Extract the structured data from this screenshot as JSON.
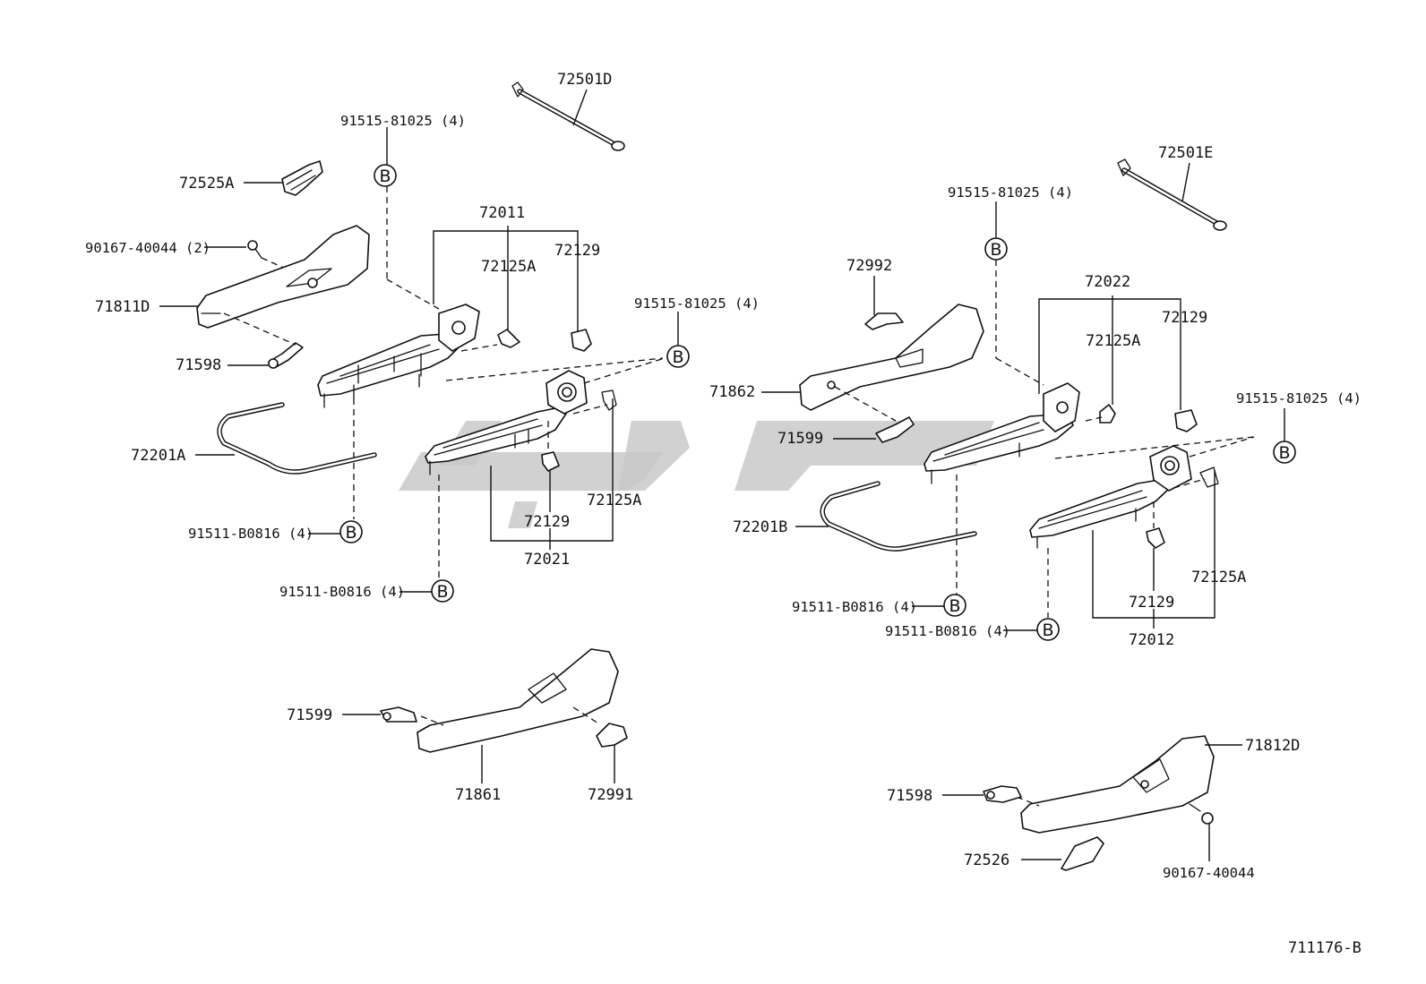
{
  "diagram_code": "711176-B",
  "bolt_mark": "B",
  "labels": {
    "p72501D": "72501D",
    "p91515_a": "91515-81025 (4)",
    "p72525A": "72525A",
    "p90167_2": "90167-40044 (2)",
    "p71811D": "71811D",
    "p71598_a": "71598",
    "p72011": "72011",
    "p72125A_a": "72125A",
    "p72129_a": "72129",
    "p91515_b": "91515-81025 (4)",
    "p72201A": "72201A",
    "p91511_a": "91511-B0816 (4)",
    "p72125A_b": "72125A",
    "p72129_b": "72129",
    "p72021": "72021",
    "p91511_b": "91511-B0816 (4)",
    "p71599_a": "71599",
    "p71861": "71861",
    "p72991": "72991",
    "p72501E": "72501E",
    "p91515_c": "91515-81025 (4)",
    "p72992": "72992",
    "p72022": "72022",
    "p72129_c": "72129",
    "p72125A_c": "72125A",
    "p71862": "71862",
    "p91515_d": "91515-81025 (4)",
    "p71599_b": "71599",
    "p72201B": "72201B",
    "p91511_c": "91511-B0816 (4)",
    "p91511_d": "91511-B0816 (4)",
    "p72129_d": "72129",
    "p72125A_d": "72125A",
    "p72012": "72012",
    "p71812D": "71812D",
    "p71598_b": "71598",
    "p72526": "72526",
    "p90167": "90167-40044"
  }
}
